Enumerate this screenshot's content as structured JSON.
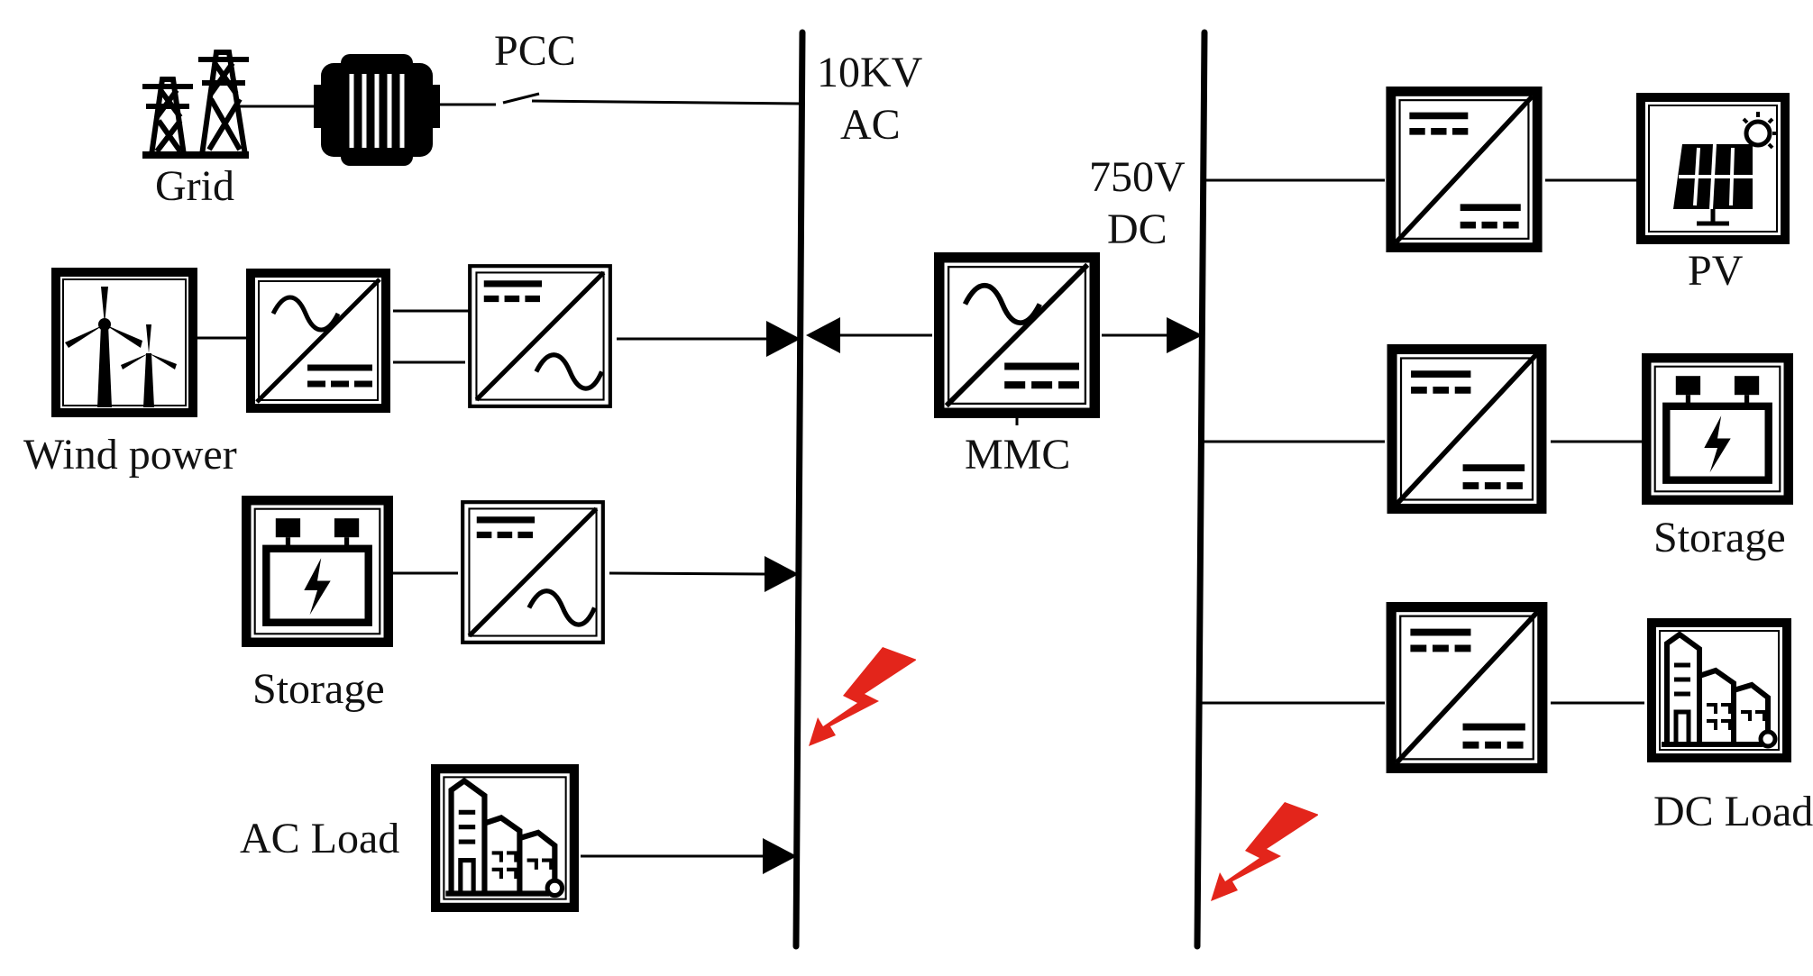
{
  "labels": {
    "pcc": "PCC",
    "grid": "Grid",
    "ac_bus_voltage": "10KV",
    "ac_bus_type": "AC",
    "dc_bus_voltage": "750V",
    "dc_bus_type": "DC",
    "wind_power": "Wind power",
    "ac_storage": "Storage",
    "ac_load": "AC Load",
    "mmc": "MMC",
    "pv": "PV",
    "dc_storage": "Storage",
    "dc_load": "DC Load"
  },
  "colors": {
    "line": "#000000",
    "fault": "#e3251b",
    "background": "#ffffff"
  },
  "icons": {
    "grid": "transmission-tower-icon",
    "transformer": "transformer-icon",
    "wind": "wind-turbine-icon",
    "battery": "battery-icon",
    "building": "building-icon",
    "solar": "solar-panel-icon",
    "fault": "lightning-fault-icon"
  }
}
